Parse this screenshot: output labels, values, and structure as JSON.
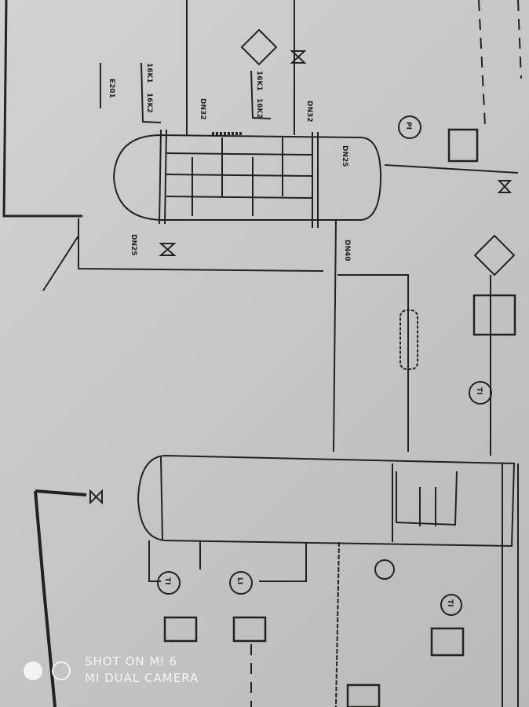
{
  "diagram": {
    "exchanger_labels": [
      "E201",
      "16K1",
      "16K2",
      "16K1",
      "16K2",
      "DN32",
      "DN32",
      "DN25",
      "DN25",
      "DN40"
    ],
    "instrument_labels": [
      "TI",
      "TI",
      "LI",
      "PI",
      "TI"
    ]
  },
  "watermark": {
    "line1": "SHOT ON MI 6",
    "line2": "MI DUAL CAMERA"
  }
}
